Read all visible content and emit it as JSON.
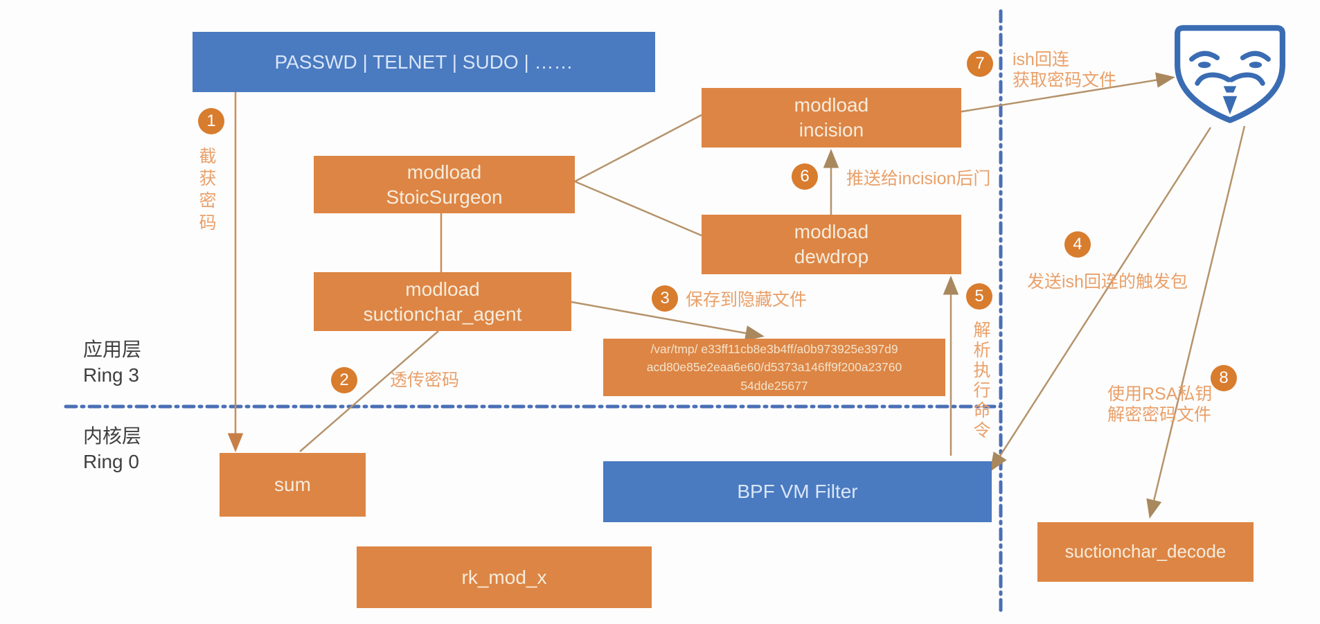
{
  "diagram": {
    "title": "rootkit password-exfiltration flow",
    "layers": {
      "app": {
        "name": "应用层",
        "ring": "Ring 3"
      },
      "kernel": {
        "name": "内核层",
        "ring": "Ring 0"
      }
    },
    "nodes": {
      "passwd": {
        "label": "PASSWD | TELNET | SUDO | ……"
      },
      "stoic": {
        "line1": "modload",
        "line2": "StoicSurgeon"
      },
      "agent": {
        "line1": "modload",
        "line2": "suctionchar_agent"
      },
      "incision": {
        "line1": "modload",
        "line2": "incision"
      },
      "dewdrop": {
        "line1": "modload",
        "line2": "dewdrop"
      },
      "hidden_file": {
        "line1": "/var/tmp/ e33ff11cb8e3b4ff/a0b973925e397d9",
        "line2": "acd80e85e2eaa6e60/d5373a146ff9f200a23760",
        "line3": "54dde25677"
      },
      "sum": {
        "label": "sum"
      },
      "bpf": {
        "label": "BPF VM Filter"
      },
      "rkmod": {
        "label": "rk_mod_x"
      },
      "decode": {
        "label": "suctionchar_decode"
      }
    },
    "steps": [
      {
        "num": "1",
        "label": "截获密码"
      },
      {
        "num": "2",
        "label": "透传密码"
      },
      {
        "num": "3",
        "label": "保存到隐藏文件"
      },
      {
        "num": "4",
        "label": "发送ish回连的触发包"
      },
      {
        "num": "5",
        "label": "解析执行命令"
      },
      {
        "num": "6",
        "label": "推送给incision后门"
      },
      {
        "num": "7",
        "label_line1": "ish回连",
        "label_line2": "获取密码文件"
      },
      {
        "num": "8",
        "label_line1": "使用RSA私钥",
        "label_line2": "解密密码文件"
      }
    ],
    "icons": {
      "attacker": "hacker-mask-icon"
    },
    "colors": {
      "box_orange": "#DD8544",
      "box_blue": "#4A7AC0",
      "circle_orange": "#D87C2E",
      "step_text_orange": "#E9A06A",
      "connector_tan": "#B5936B",
      "connector_orange": "#CF8A50",
      "dashed_blue": "#4A6FB5",
      "icon_blue": "#3A6CB3",
      "layer_text": "#3F3F3F"
    }
  }
}
